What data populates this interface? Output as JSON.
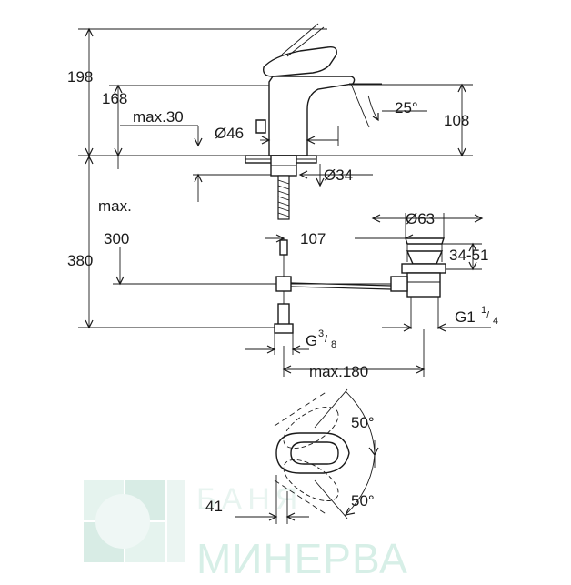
{
  "dimensions": {
    "total_height": "198",
    "spout_height": "168",
    "lever_max": "max.30",
    "body_diameter": "Ø46",
    "spout_angle": "25°",
    "spout_reach": "108",
    "base_diameter": "Ø34",
    "max_label": "max.",
    "max_value": "300",
    "hose_length": "380",
    "waste_offset": "107",
    "waste_diameter": "Ø63",
    "waste_range": "34-51",
    "waste_thread_main": "G1",
    "waste_thread_num": "1",
    "waste_thread_den": "4",
    "hose_thread_main": "G",
    "hose_thread_num": "3",
    "hose_thread_den": "8",
    "max_spread": "max.180",
    "lever_rotation_top": "50°",
    "lever_rotation_bottom": "50°",
    "lever_offset": "41"
  },
  "watermark": {
    "line1": "БАНЯ",
    "line2": "МИНЕРВА"
  },
  "colors": {
    "line": "#1a1a1a",
    "watermark": "#d7efe7"
  }
}
